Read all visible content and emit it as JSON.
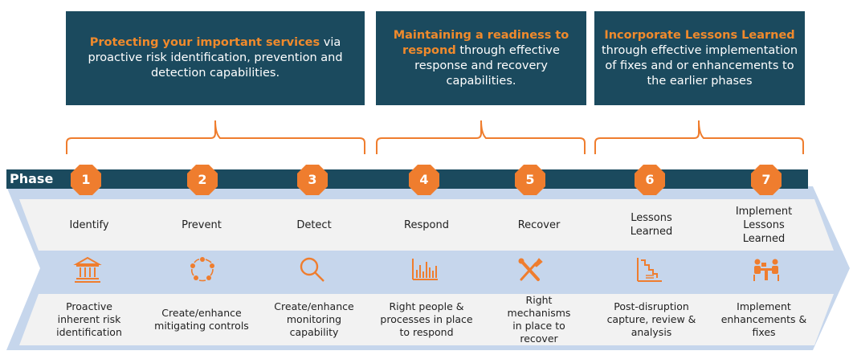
{
  "headers": [
    {
      "highlight": "Protecting your important services",
      "text": " via proactive risk identification, prevention and detection capabilities."
    },
    {
      "highlight": "Maintaining a readiness to respond",
      "text": " through effective response and recovery capabilities."
    },
    {
      "highlight": "Incorporate Lessons Learned",
      "text": " through effective implementation of fixes and or enhancements to the earlier phases"
    }
  ],
  "phase_label": "Phase",
  "phases": [
    {
      "number": "1",
      "name": "Identify",
      "icon": "bank-icon",
      "desc": "Proactive inherent risk identification"
    },
    {
      "number": "2",
      "name": "Prevent",
      "icon": "cycle-icon",
      "desc": "Create/enhance mitigating controls"
    },
    {
      "number": "3",
      "name": "Detect",
      "icon": "magnifier-icon",
      "desc": "Create/enhance monitoring capability"
    },
    {
      "number": "4",
      "name": "Respond",
      "icon": "bar-chart-icon",
      "desc": "Right people & processes in place to respond"
    },
    {
      "number": "5",
      "name": "Recover",
      "icon": "tools-icon",
      "desc": "Right mechanisms in place to recover"
    },
    {
      "number": "6",
      "name": "Lessons Learned",
      "icon": "staircase-chart-icon",
      "desc": "Post-disruption capture, review & analysis"
    },
    {
      "number": "7",
      "name": "Implement Lessons Learned",
      "icon": "meeting-icon",
      "desc": "Implement enhancements & fixes"
    }
  ],
  "colors": {
    "navy": "#1b4a5e",
    "orange": "#ef7d2e",
    "chevron": "#c6d6ec",
    "card": "#f2f2f2"
  }
}
